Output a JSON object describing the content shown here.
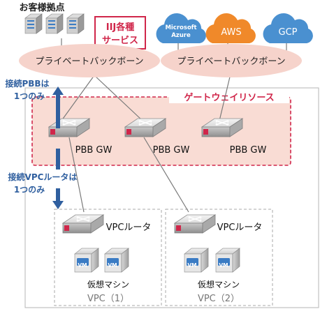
{
  "labels": {
    "customer_sites": "お客様拠点",
    "iij_services_line1": "IIJ各種",
    "iij_services_line2": "サービス",
    "private_backbone_left": "プライベートバックボーン",
    "private_backbone_right": "プライベートバックボーン",
    "gateway_resource": "ゲートウェイリソース",
    "pbb_gw_1": "PBB GW",
    "pbb_gw_2": "PBB GW",
    "pbb_gw_3": "PBB GW",
    "pbb_note_line1": "接続PBBは",
    "pbb_note_line2": "1つのみ",
    "vpc_note_line1": "接続VPCルータは",
    "vpc_note_line2": "1つのみ",
    "vpc_router_1": "VPCルータ",
    "vpc_router_2": "VPCルータ",
    "vm_badge": "VM",
    "virtual_machine_1": "仮想マシン",
    "virtual_machine_2": "仮想マシン",
    "vpc_1": "VPC（1）",
    "vpc_2": "VPC（2）"
  },
  "clouds": [
    {
      "line1": "Microsoft",
      "line2": "Azure",
      "color": "#4a90d0"
    },
    {
      "line1": "AWS",
      "line2": "",
      "color": "#f0892a"
    },
    {
      "line1": "GCP",
      "line2": "",
      "color": "#4a90d0"
    }
  ],
  "colors": {
    "backbone_fill": "#f6d3cb",
    "accent_red": "#d0264a",
    "gateway_zone_fill": "#f9dcd4",
    "note_blue": "#2f5f9f",
    "cloud_blue": "#4a90d0",
    "cloud_orange": "#f0892a"
  }
}
